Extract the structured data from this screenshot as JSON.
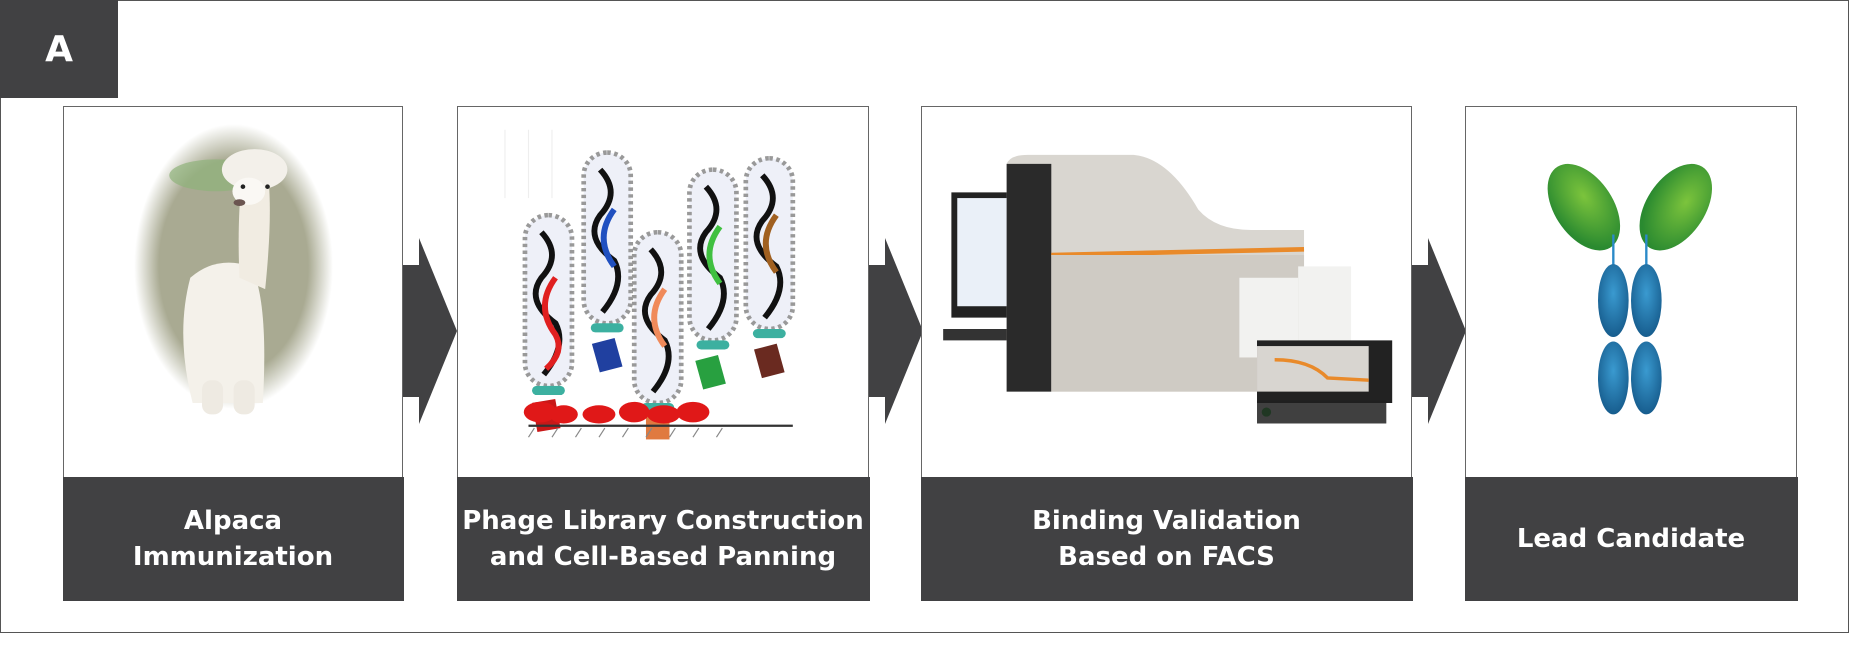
{
  "panel_label": "A",
  "steps": [
    {
      "lines": [
        "Alpaca",
        "Immunization"
      ]
    },
    {
      "lines": [
        "Phage Library Construction",
        "and Cell-Based Panning"
      ]
    },
    {
      "lines": [
        "Binding Validation",
        "Based on FACS"
      ]
    },
    {
      "lines": [
        "Lead Candidate"
      ]
    }
  ],
  "colors": {
    "dark": "#414143",
    "antibody_green": "#3a9a3a",
    "antibody_blue": "#1f6fa0",
    "accent_orange": "#e98a2a"
  }
}
